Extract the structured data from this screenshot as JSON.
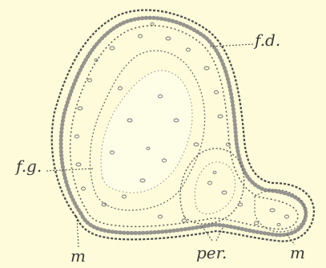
{
  "figure": {
    "background_color": "#fdfbd9",
    "ink_color": "#4a4a4a",
    "labels": {
      "fd": "f.d.",
      "fg": "f.g.",
      "per": "per.",
      "m_left": "m",
      "m_right": "m"
    }
  }
}
